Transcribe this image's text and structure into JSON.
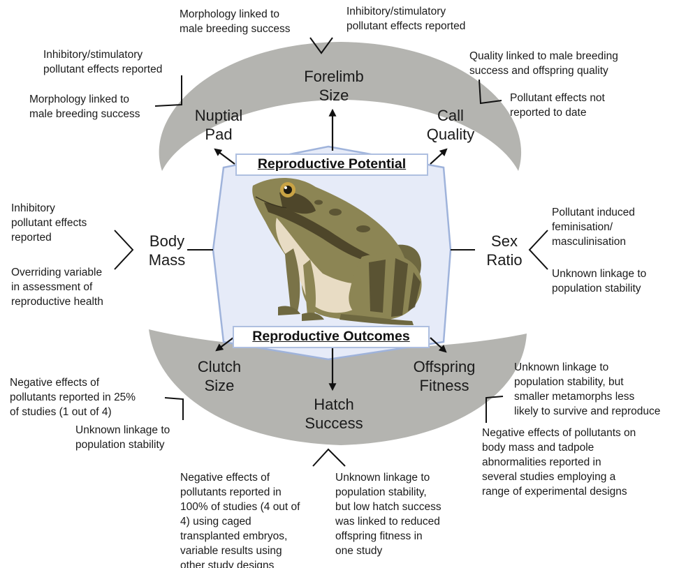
{
  "banners": {
    "potential": "Reproductive Potential",
    "outcomes": "Reproductive Outcomes"
  },
  "nodes": {
    "forelimb": "Forelimb\nSize",
    "nuptial": "Nuptial\nPad",
    "call": "Call\nQuality",
    "body_mass": "Body\nMass",
    "sex_ratio": "Sex\nRatio",
    "clutch": "Clutch\nSize",
    "hatch": "Hatch\nSuccess",
    "offspring": "Offspring\nFitness"
  },
  "notes": {
    "forelimb_left": "Morphology linked to\nmale breeding success",
    "forelimb_right": "Inhibitory/stimulatory\npollutant effects reported",
    "nuptial_top": "Inhibitory/stimulatory\npollutant effects reported",
    "nuptial_bottom": "Morphology linked to\nmale breeding success",
    "call_top": "Quality linked to male breeding\nsuccess and offspring quality",
    "call_bottom": "Pollutant effects not\nreported to date",
    "body_mass_top": "Inhibitory\npollutant effects\nreported",
    "body_mass_bottom": "Overriding variable\nin assessment of\nreproductive health",
    "sex_ratio_top": "Pollutant induced\nfeminisation/\nmasculinisation",
    "sex_ratio_bottom": "Unknown linkage to\npopulation stability",
    "clutch_top": "Negative effects of\npollutants reported in 25%\nof studies (1 out of 4)",
    "clutch_bottom": "Unknown linkage to\npopulation stability",
    "hatch_left": "Negative effects of\npollutants reported in\n100% of studies (4 out of\n4) using caged\ntransplanted embryos,\nvariable results using\nother study designs",
    "hatch_right": "Unknown linkage to\npopulation stability,\nbut low hatch success\nwas linked to reduced\noffspring fitness in\none study",
    "offspring_top": "Unknown linkage to\npopulation stability, but\nsmaller metamorphs less\nlikely to survive and reproduce",
    "offspring_bottom": "Negative effects of pollutants on\nbody mass and tadpole\nabnormalities reported in\nseveral studies employing a\nrange of experimental designs"
  },
  "colors": {
    "arc_fill": "#b4b4b0",
    "hexagon_fill": "#e6ebf8",
    "hexagon_stroke": "#9fb3db",
    "frog_body": "#8c8554",
    "frog_dark": "#4e462a",
    "frog_belly": "#e8dcc4"
  },
  "icons": {
    "central_image": "frog-illustration"
  }
}
